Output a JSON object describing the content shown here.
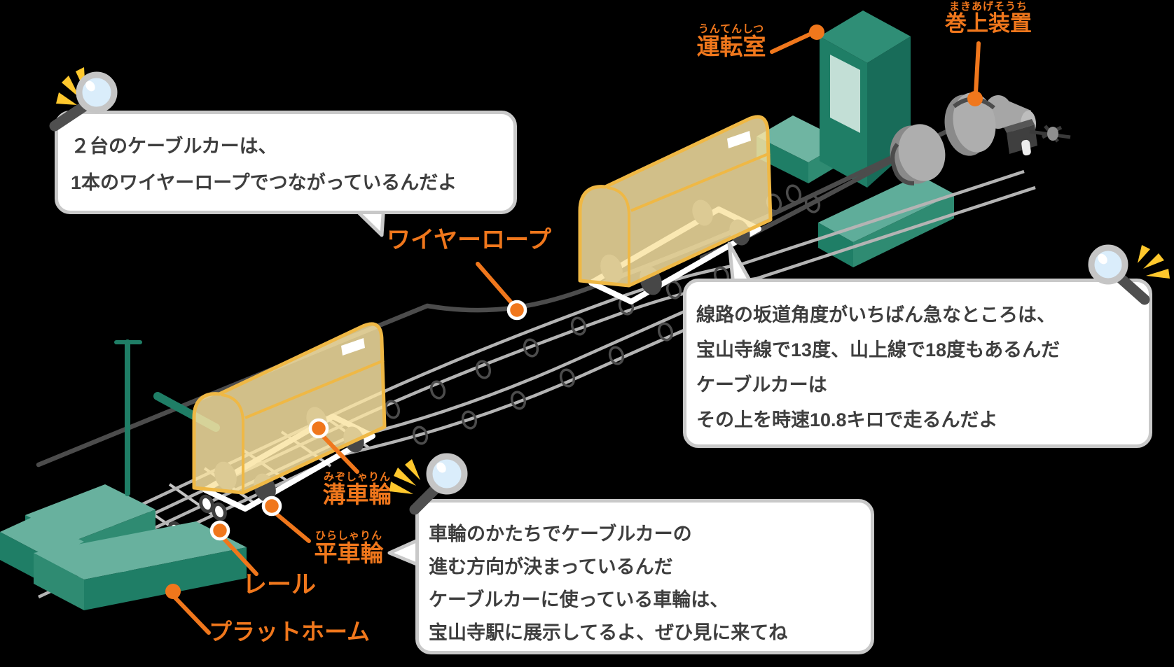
{
  "colors": {
    "background": "#000000",
    "accent_orange": "#F0771C",
    "teal_dark": "#1F7E66",
    "teal_mid": "#2F8B72",
    "teal_light": "#68B19E",
    "car_yellow": "#F9E4A3",
    "car_outline": "#EFB845",
    "rail_gray": "#B4B4B4",
    "rope_gray": "#4C4C4C",
    "bubble_border": "#C9C9C9",
    "sparkle_yellow": "#FFC82D",
    "lens_blue": "#DAEDFB"
  },
  "bubbles": {
    "rope_info": {
      "lines": [
        "２台のケーブルカーは、",
        "1本のワイヤーロープでつながっているんだよ"
      ]
    },
    "slope_info": {
      "lines": [
        "線路の坂道角度がいちばん急なところは、",
        "宝山寺線で13度、山上線で18度もあるんだ",
        "ケーブルカーは",
        "その上を時速10.8キロで走るんだよ"
      ]
    },
    "wheel_info": {
      "lines": [
        "車輪のかたちでケーブルカーの",
        "進む方向が決まっているんだ",
        "ケーブルカーに使っている車輪は、",
        "宝山寺駅に展示してるよ、ぜひ見に来てね"
      ]
    }
  },
  "labels": {
    "wire_rope": {
      "text": "ワイヤーロープ"
    },
    "operator_room": {
      "furigana": "うんてんしつ",
      "text": "運転室"
    },
    "winding_device": {
      "furigana": "まきあげそうち",
      "text": "巻上装置"
    },
    "groove_wheel": {
      "furigana": "みぞしゃりん",
      "text": "溝車輪"
    },
    "flat_wheel": {
      "furigana": "ひらしゃりん",
      "text": "平車輪"
    },
    "rail": {
      "text": "レール"
    },
    "platform": {
      "text": "プラットホーム"
    }
  },
  "icons": {
    "magnifier": "magnifying-glass-icon",
    "sparkle": "sparkle-icon"
  }
}
